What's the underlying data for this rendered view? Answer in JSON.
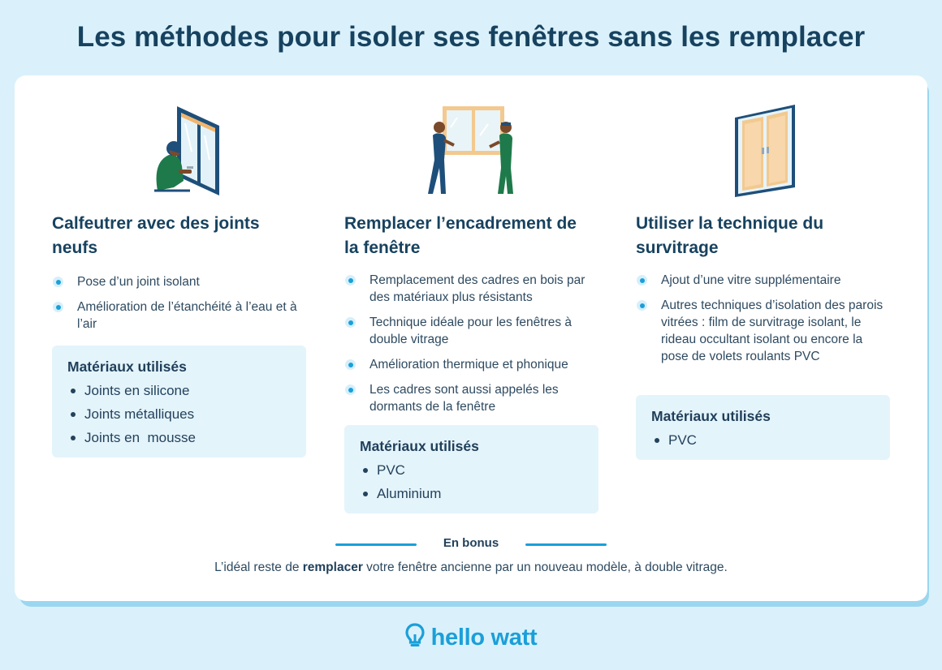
{
  "title": "Les méthodes pour isoler ses fenêtres sans les remplacer",
  "columns": [
    {
      "illustration_icon": "worker-sealing-window-icon",
      "heading": "Calfeutrer avec des joints neufs",
      "points": [
        "Pose d’un joint isolant",
        "Amélioration de l’étanchéité à l’eau et à l’air"
      ],
      "materials_title": "Matériaux utilisés",
      "materials": [
        "Joints en silicone",
        "Joints métalliques",
        "Joints en  mousse"
      ]
    },
    {
      "illustration_icon": "workers-carrying-window-icon",
      "heading": "Remplacer l’encadrement de la fenêtre",
      "points": [
        "Remplacement des cadres en bois par des matériaux plus résistants",
        "Technique idéale pour les fenêtres à double vitrage",
        "Amélioration thermique et phonique",
        "Les cadres sont aussi appelés les dormants de la fenêtre"
      ],
      "materials_title": "Matériaux utilisés",
      "materials": [
        "PVC",
        "Aluminium"
      ]
    },
    {
      "illustration_icon": "double-glazed-window-icon",
      "heading": "Utiliser la technique du survitrage",
      "points": [
        "Ajout d’une vitre supplémentaire",
        "Autres techniques d’isolation des parois vitrées : film de survitrage isolant, le rideau occultant isolant ou encore la pose de volets roulants PVC"
      ],
      "materials_title": "Matériaux utilisés",
      "materials": [
        "PVC"
      ]
    }
  ],
  "bonus": {
    "label": "En bonus",
    "text_before": "L’idéal reste de ",
    "text_bold": "remplacer",
    "text_after": " votre fenêtre ancienne par un nouveau modèle, à double vitrage."
  },
  "brand": {
    "name": "hello watt",
    "icon": "lightbulb-logo-icon",
    "color": "#1b9fd9"
  },
  "colors": {
    "background": "#daf1fb",
    "title": "#17425f",
    "accent": "#1b9fd9",
    "box": "#e4f4fb"
  }
}
